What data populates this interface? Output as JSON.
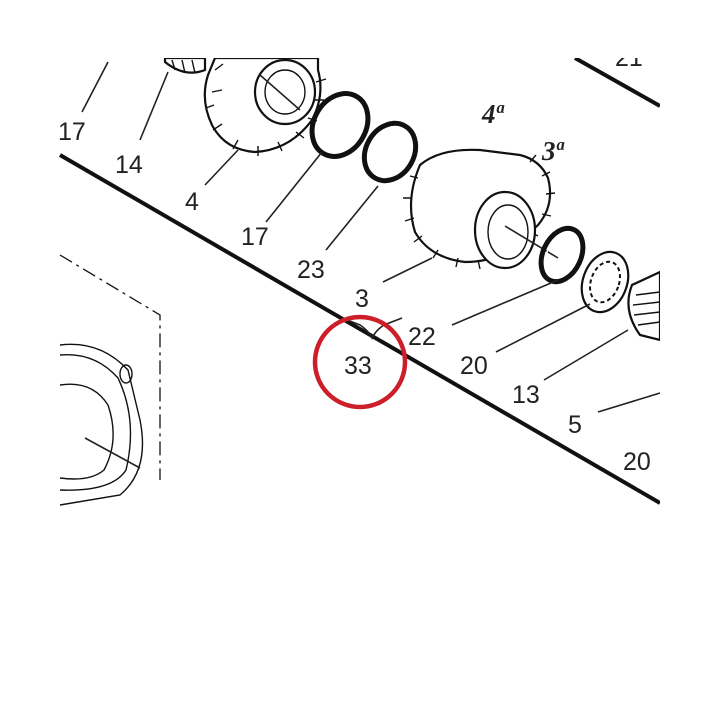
{
  "labels": {
    "l17a": "17",
    "l14": "14",
    "l4": "4",
    "l17b": "17",
    "l23": "23",
    "l3": "3",
    "l22": "22",
    "l20a": "20",
    "l13": "13",
    "l5": "5",
    "l20b": "20",
    "l21": "21",
    "l33": "33"
  },
  "gear_labels": {
    "fourth": "4ª",
    "third": "3ª"
  },
  "colors": {
    "highlight": "#cc1f2a",
    "lines": "#111111",
    "background": "#ffffff"
  }
}
